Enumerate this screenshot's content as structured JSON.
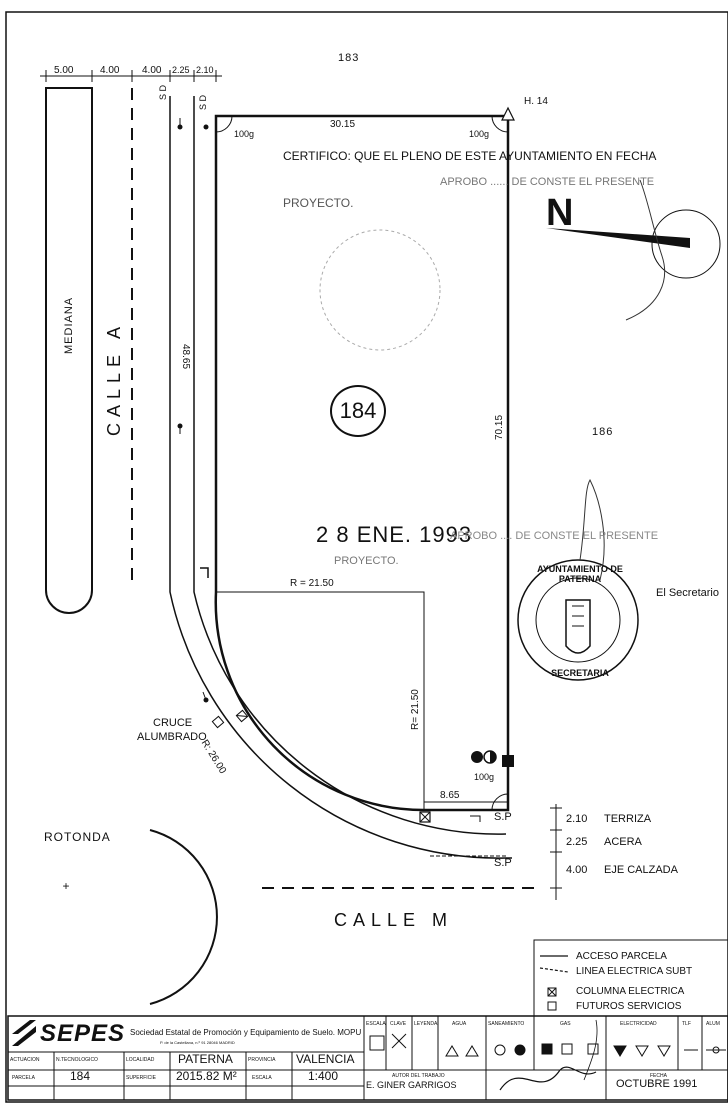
{
  "parcels": {
    "north": "183",
    "east": "186",
    "main": "184"
  },
  "dimensions": {
    "widths": [
      "5.00",
      "4.00",
      "4.00",
      "2.25",
      "2.10"
    ],
    "top_length": "30.15",
    "left_length": "48.65",
    "right_length": "70.15",
    "bottom_length": "8.65",
    "radius_horizontal": "R = 21.50",
    "radius_vertical": "R= 21.50",
    "outer_radius": "R: 26.00",
    "angle_tl": "100g",
    "angle_tr": "100g",
    "angle_br": "100g"
  },
  "labels": {
    "h14": "H. 14",
    "mediana": "MEDIANA",
    "calle_a": "CALLE A",
    "calle_m": "CALLE M",
    "rotonda": "ROTONDA",
    "cruce": "CRUCE",
    "alumbrado": "ALUMBRADO",
    "sp_top": "S.P",
    "sp_bottom": "S.P",
    "secretario": "El Secretario",
    "north": "N",
    "sd_left": "S D",
    "sd_right": "S D"
  },
  "stamps": {
    "line1": "CERTIFICO: QUE EL PLENO DE ESTE AYUNTAMIENTO EN FECHA",
    "line2": "APROBO ...... DE CONSTE EL PRESENTE",
    "line3": "PROYECTO.",
    "date": "2 8 ENE. 1993",
    "line5": "APROBO .... DE CONSTE EL PRESENTE",
    "line6": "PROYECTO.",
    "seal_top": "AYUNTAMIENTO DE PATERNA",
    "seal_bottom": "SECRETARIA"
  },
  "section": {
    "rows": [
      {
        "value": "2.10",
        "label": "TERRIZA"
      },
      {
        "value": "2.25",
        "label": "ACERA"
      },
      {
        "value": "4.00",
        "label": "EJE CALZADA"
      }
    ]
  },
  "legend": [
    {
      "icon": "acceso-parcela-icon",
      "label": "ACCESO PARCELA"
    },
    {
      "icon": "linea-electrica-icon",
      "label": "LINEA ELECTRICA SUBT"
    },
    {
      "icon": "columna-electrica-icon",
      "label": "COLUMNA ELECTRICA"
    },
    {
      "icon": "futuros-servicios-icon",
      "label": "FUTUROS SERVICIOS"
    }
  ],
  "title_block": {
    "logo": "SEPES",
    "org": "Sociedad Estatal de Promoción y Equipamiento de Suelo. MOPU",
    "org_address": "P. de la Castellana, n.º 91  28046 MADRID",
    "h_actuacion": "ACTUACION",
    "v_actuacion": "PARCELA",
    "h_ntec": "N.TECNOLOGICO",
    "v_ntec": "184",
    "h_localidad": "LOCALIDAD",
    "h_superficie": "SUPERFICIE",
    "v_localidad": "PATERNA",
    "v_superficie": "2015.82 M²",
    "h_provincia": "PROVINCIA",
    "h_escala": "ESCALA",
    "v_provincia": "VALENCIA",
    "v_escala": "1:400",
    "h_autor": "AUTOR DEL TRABAJO",
    "v_autor": "E. GINER GARRIGOS",
    "h_fecha": "FECHA",
    "v_fecha": "OCTUBRE 1991",
    "h_services": [
      "ESCALA",
      "CLAVE",
      "LEYENDA",
      "AGUA",
      "SANEAMIENTO",
      "GAS",
      "ELECTRICIDAD",
      "TLF",
      "ALUM"
    ]
  }
}
